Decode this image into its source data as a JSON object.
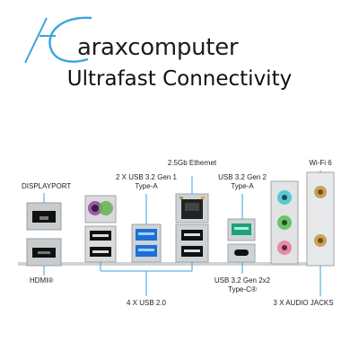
{
  "brand": {
    "name": "araxcomputer",
    "logo_color": "#3aa3e0"
  },
  "heading": "Ultrafast Connectivity",
  "labels": {
    "displayport": "DISPLAYPORT",
    "hdmi": "HDMI®",
    "usb_gen1_line1": "2 X USB 3.2 Gen 1",
    "usb_gen1_line2": "Type-A",
    "ethernet": "2.5Gb Ethernet",
    "usb_gen2_line1": "USB 3.2 Gen 2",
    "usb_gen2_line2": "Type-A",
    "wifi": "Wi-Fi 6",
    "usb20": "4 X USB 2.0",
    "usb_gen2x2_line1": "USB 3.2 Gen 2x2",
    "usb_gen2x2_line2": "Type-C®",
    "audio": "3 X AUDIO JACKS"
  },
  "colors": {
    "callout_line": "#3aa3e0",
    "usb3_blue": "#1f6fd6",
    "usb_gen2_teal": "#1aa37a",
    "audio_teal": "#59c8d2",
    "audio_green": "#6cc36a",
    "audio_pink": "#e88aa6",
    "ps2_purple": "#9c5ba8",
    "ps2_green": "#67b24f"
  }
}
